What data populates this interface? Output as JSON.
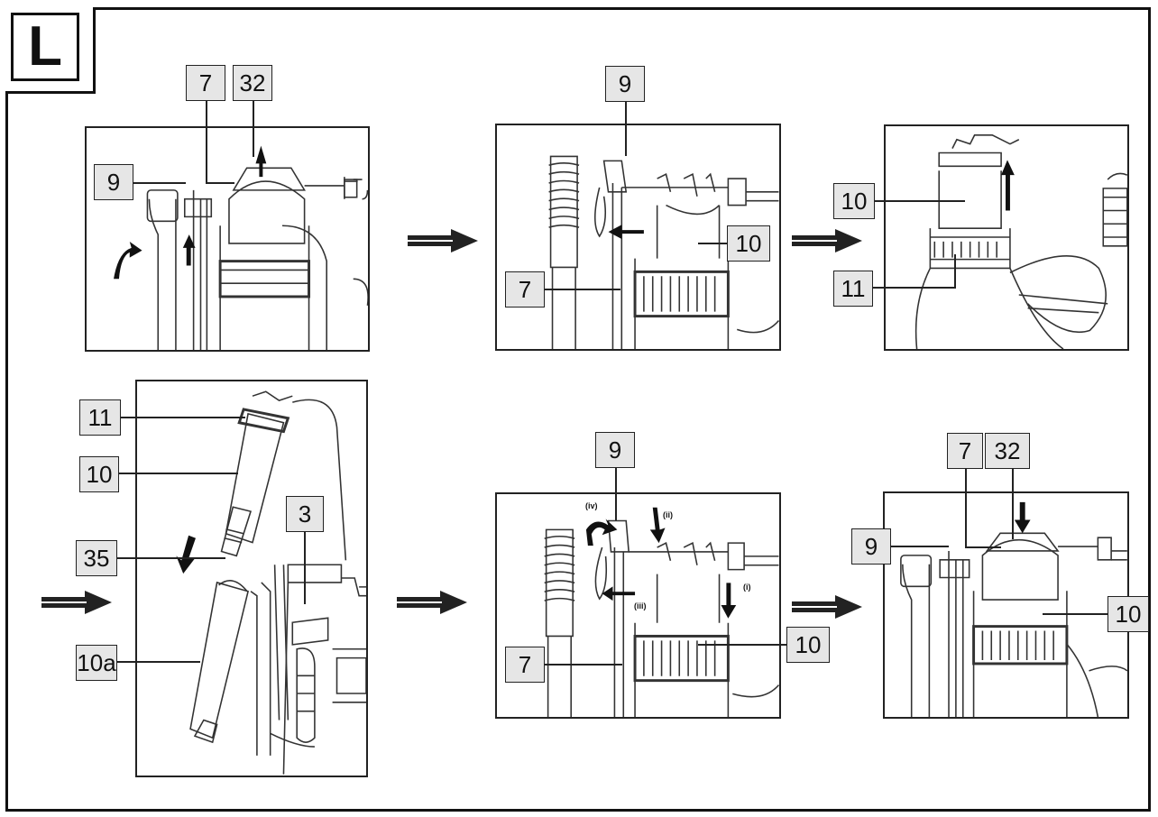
{
  "figure_letter": "L",
  "labels": {
    "p1": [
      "7",
      "32",
      "9"
    ],
    "p2": [
      "9",
      "10",
      "7"
    ],
    "p3": [
      "10",
      "11"
    ],
    "p4": [
      "11",
      "10",
      "35",
      "3",
      "10a"
    ],
    "p5": [
      "9",
      "10",
      "7"
    ],
    "p6": [
      "7",
      "32",
      "9",
      "10"
    ]
  },
  "roman_steps": [
    "(iv)",
    "(ii)",
    "(i)",
    "(iii)"
  ]
}
